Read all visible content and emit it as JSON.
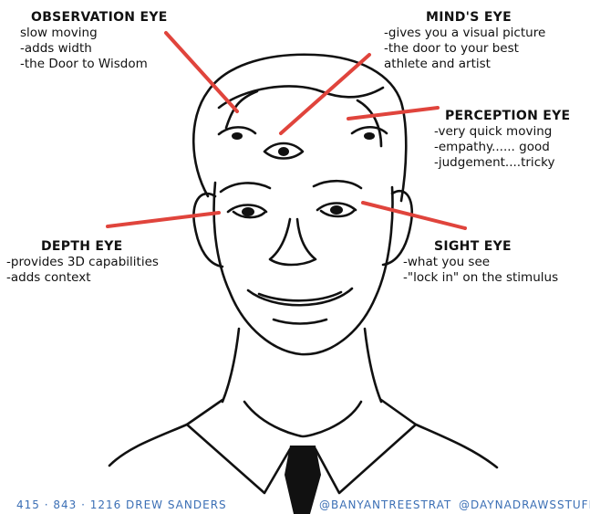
{
  "labels": {
    "observation": {
      "title": "OBSERVATION EYE",
      "lines": [
        "slow moving",
        "-adds width",
        "-the Door to Wisdom"
      ]
    },
    "mind": {
      "title": "MIND'S EYE",
      "lines": [
        "-gives you a visual picture",
        "-the door to your best",
        "athlete and artist"
      ]
    },
    "perception": {
      "title": "PERCEPTION EYE",
      "lines": [
        "-very quick moving",
        "-empathy...... good",
        "-judgement....tricky"
      ]
    },
    "depth": {
      "title": "DEPTH EYE",
      "lines": [
        "-provides 3D capabilities",
        "-adds context"
      ]
    },
    "sight": {
      "title": "SIGHT EYE",
      "lines": [
        "-what you see",
        "-\"lock in\" on the stimulus"
      ]
    }
  },
  "footer": {
    "phone": "415 · 843 · 1216",
    "name": "DREW SANDERS",
    "handle1": "@BANYANTREESTRAT",
    "handle2": "@DAYNADRAWSSTUFF"
  },
  "colors": {
    "pointer": "#e0443c",
    "ink": "#111111",
    "footer": "#3b6fb5"
  }
}
